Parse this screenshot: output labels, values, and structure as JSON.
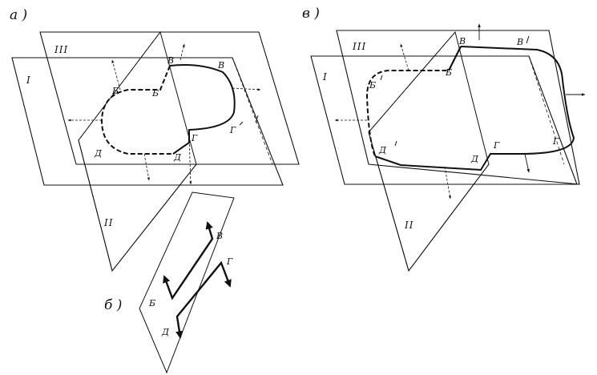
{
  "panels": {
    "a": "а )",
    "b": "б )",
    "v": "в )"
  },
  "planes": {
    "one": "I",
    "two": "II",
    "three": "III"
  },
  "points": {
    "B": "Б",
    "V": "В",
    "G": "Г",
    "D": "Д"
  },
  "colors": {
    "ink": "#111111",
    "background": "#ffffff"
  }
}
